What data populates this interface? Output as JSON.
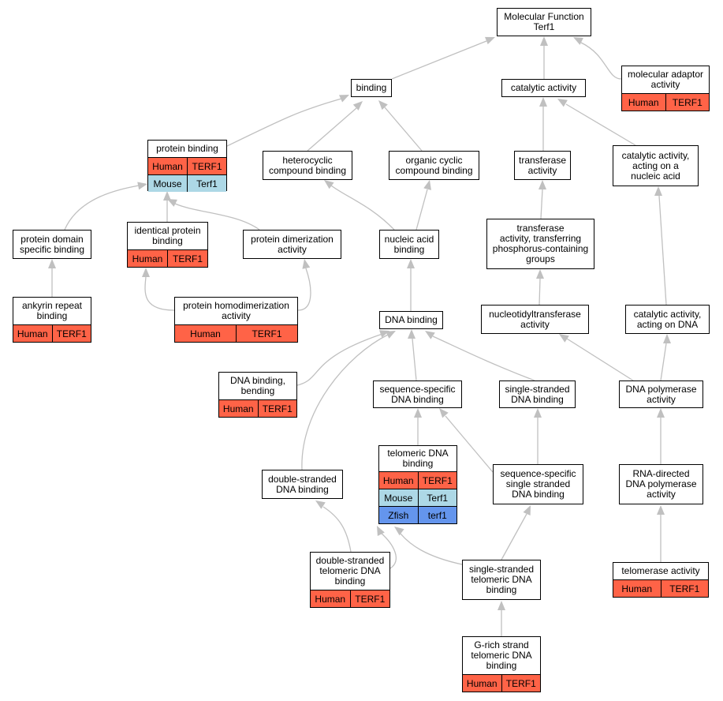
{
  "colors": {
    "edge": "#c0c0c0",
    "Human": "#ff6347",
    "Mouse": "#add8e6",
    "Zfish": "#6495ed"
  },
  "nodes": {
    "molecular-function": {
      "label": "Molecular Function\nTerf1",
      "annotations": []
    },
    "binding": {
      "label": "binding",
      "annotations": []
    },
    "catalytic-activity": {
      "label": "catalytic activity",
      "annotations": []
    },
    "molecular-adaptor-activity": {
      "label": "molecular adaptor\nactivity",
      "annotations": [
        {
          "species": "Human",
          "gene": "TERF1"
        }
      ]
    },
    "protein-binding": {
      "label": "protein binding",
      "annotations": [
        {
          "species": "Human",
          "gene": "TERF1"
        },
        {
          "species": "Mouse",
          "gene": "Terf1"
        }
      ]
    },
    "heterocyclic-compound-binding": {
      "label": "heterocyclic\ncompound binding",
      "annotations": []
    },
    "organic-cyclic-compound-binding": {
      "label": "organic cyclic\ncompound binding",
      "annotations": []
    },
    "transferase-activity": {
      "label": "transferase\nactivity",
      "annotations": []
    },
    "catalytic-activity-nucleic-acid": {
      "label": "catalytic activity,\nacting on a\nnucleic acid",
      "annotations": []
    },
    "protein-domain-specific-binding": {
      "label": "protein domain\nspecific binding",
      "annotations": []
    },
    "identical-protein-binding": {
      "label": "identical protein\nbinding",
      "annotations": [
        {
          "species": "Human",
          "gene": "TERF1"
        }
      ]
    },
    "protein-dimerization-activity": {
      "label": "protein dimerization\nactivity",
      "annotations": []
    },
    "nucleic-acid-binding": {
      "label": "nucleic acid\nbinding",
      "annotations": []
    },
    "transferase-phosphorus": {
      "label": "transferase\nactivity, transferring\nphosphorus-containing\ngroups",
      "annotations": []
    },
    "ankyrin-repeat-binding": {
      "label": "ankyrin repeat\nbinding",
      "annotations": [
        {
          "species": "Human",
          "gene": "TERF1"
        }
      ]
    },
    "protein-homodimerization-activity": {
      "label": "protein homodimerization\nactivity",
      "annotations": [
        {
          "species": "Human",
          "gene": "TERF1"
        }
      ]
    },
    "dna-binding": {
      "label": "DNA binding",
      "annotations": []
    },
    "nucleotidyltransferase-activity": {
      "label": "nucleotidyltransferase\nactivity",
      "annotations": []
    },
    "catalytic-activity-dna": {
      "label": "catalytic activity,\nacting on DNA",
      "annotations": []
    },
    "dna-binding-bending": {
      "label": "DNA binding,\nbending",
      "annotations": [
        {
          "species": "Human",
          "gene": "TERF1"
        }
      ]
    },
    "sequence-specific-dna-binding": {
      "label": "sequence-specific\nDNA binding",
      "annotations": []
    },
    "single-stranded-dna-binding": {
      "label": "single-stranded\nDNA binding",
      "annotations": []
    },
    "dna-polymerase-activity": {
      "label": "DNA polymerase\nactivity",
      "annotations": []
    },
    "telomeric-dna-binding": {
      "label": "telomeric DNA\nbinding",
      "annotations": [
        {
          "species": "Human",
          "gene": "TERF1"
        },
        {
          "species": "Mouse",
          "gene": "Terf1"
        },
        {
          "species": "Zfish",
          "gene": "terf1"
        }
      ]
    },
    "double-stranded-dna-binding": {
      "label": "double-stranded\nDNA binding",
      "annotations": []
    },
    "sequence-specific-single-stranded": {
      "label": "sequence-specific\nsingle stranded\nDNA binding",
      "annotations": []
    },
    "rna-directed-dna-polymerase": {
      "label": "RNA-directed\nDNA polymerase\nactivity",
      "annotations": []
    },
    "double-stranded-telomeric": {
      "label": "double-stranded\ntelomeric DNA\nbinding",
      "annotations": [
        {
          "species": "Human",
          "gene": "TERF1"
        }
      ]
    },
    "single-stranded-telomeric": {
      "label": "single-stranded\ntelomeric DNA\nbinding",
      "annotations": []
    },
    "telomerase-activity": {
      "label": "telomerase activity",
      "annotations": [
        {
          "species": "Human",
          "gene": "TERF1"
        }
      ]
    },
    "g-rich-strand": {
      "label": "G-rich strand\ntelomeric DNA\nbinding",
      "annotations": [
        {
          "species": "Human",
          "gene": "TERF1"
        }
      ]
    }
  }
}
